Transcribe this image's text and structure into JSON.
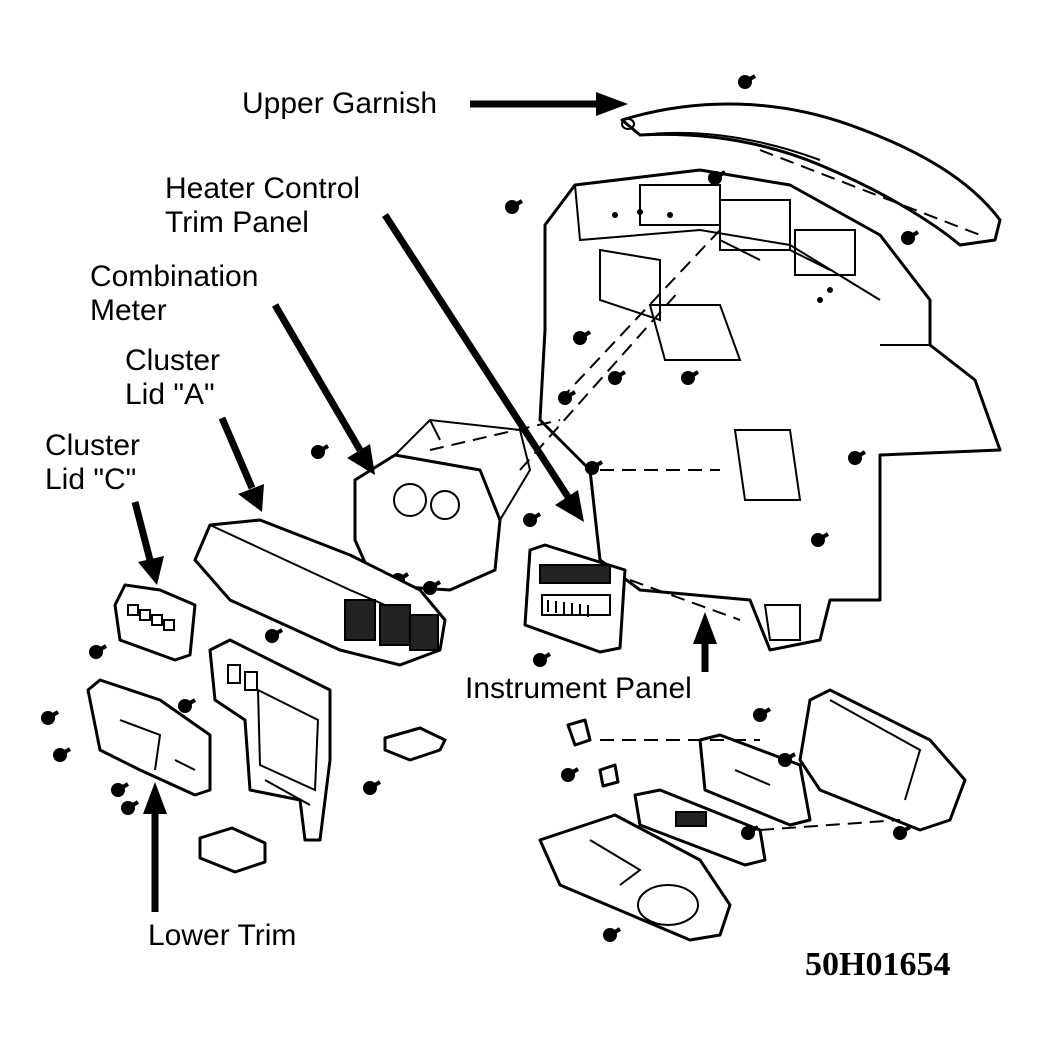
{
  "labels": {
    "upper_garnish": "Upper Garnish",
    "heater_control_line1": "Heater Control",
    "heater_control_line2": "Trim Panel",
    "combination_line1": "Combination",
    "combination_line2": "Meter",
    "cluster_a_line1": "Cluster",
    "cluster_a_line2": "Lid \"A\"",
    "cluster_c_line1": "Cluster",
    "cluster_c_line2": "Lid \"C\"",
    "instrument_panel": "Instrument Panel",
    "lower_trim": "Lower Trim"
  },
  "figure_code": "50H01654"
}
